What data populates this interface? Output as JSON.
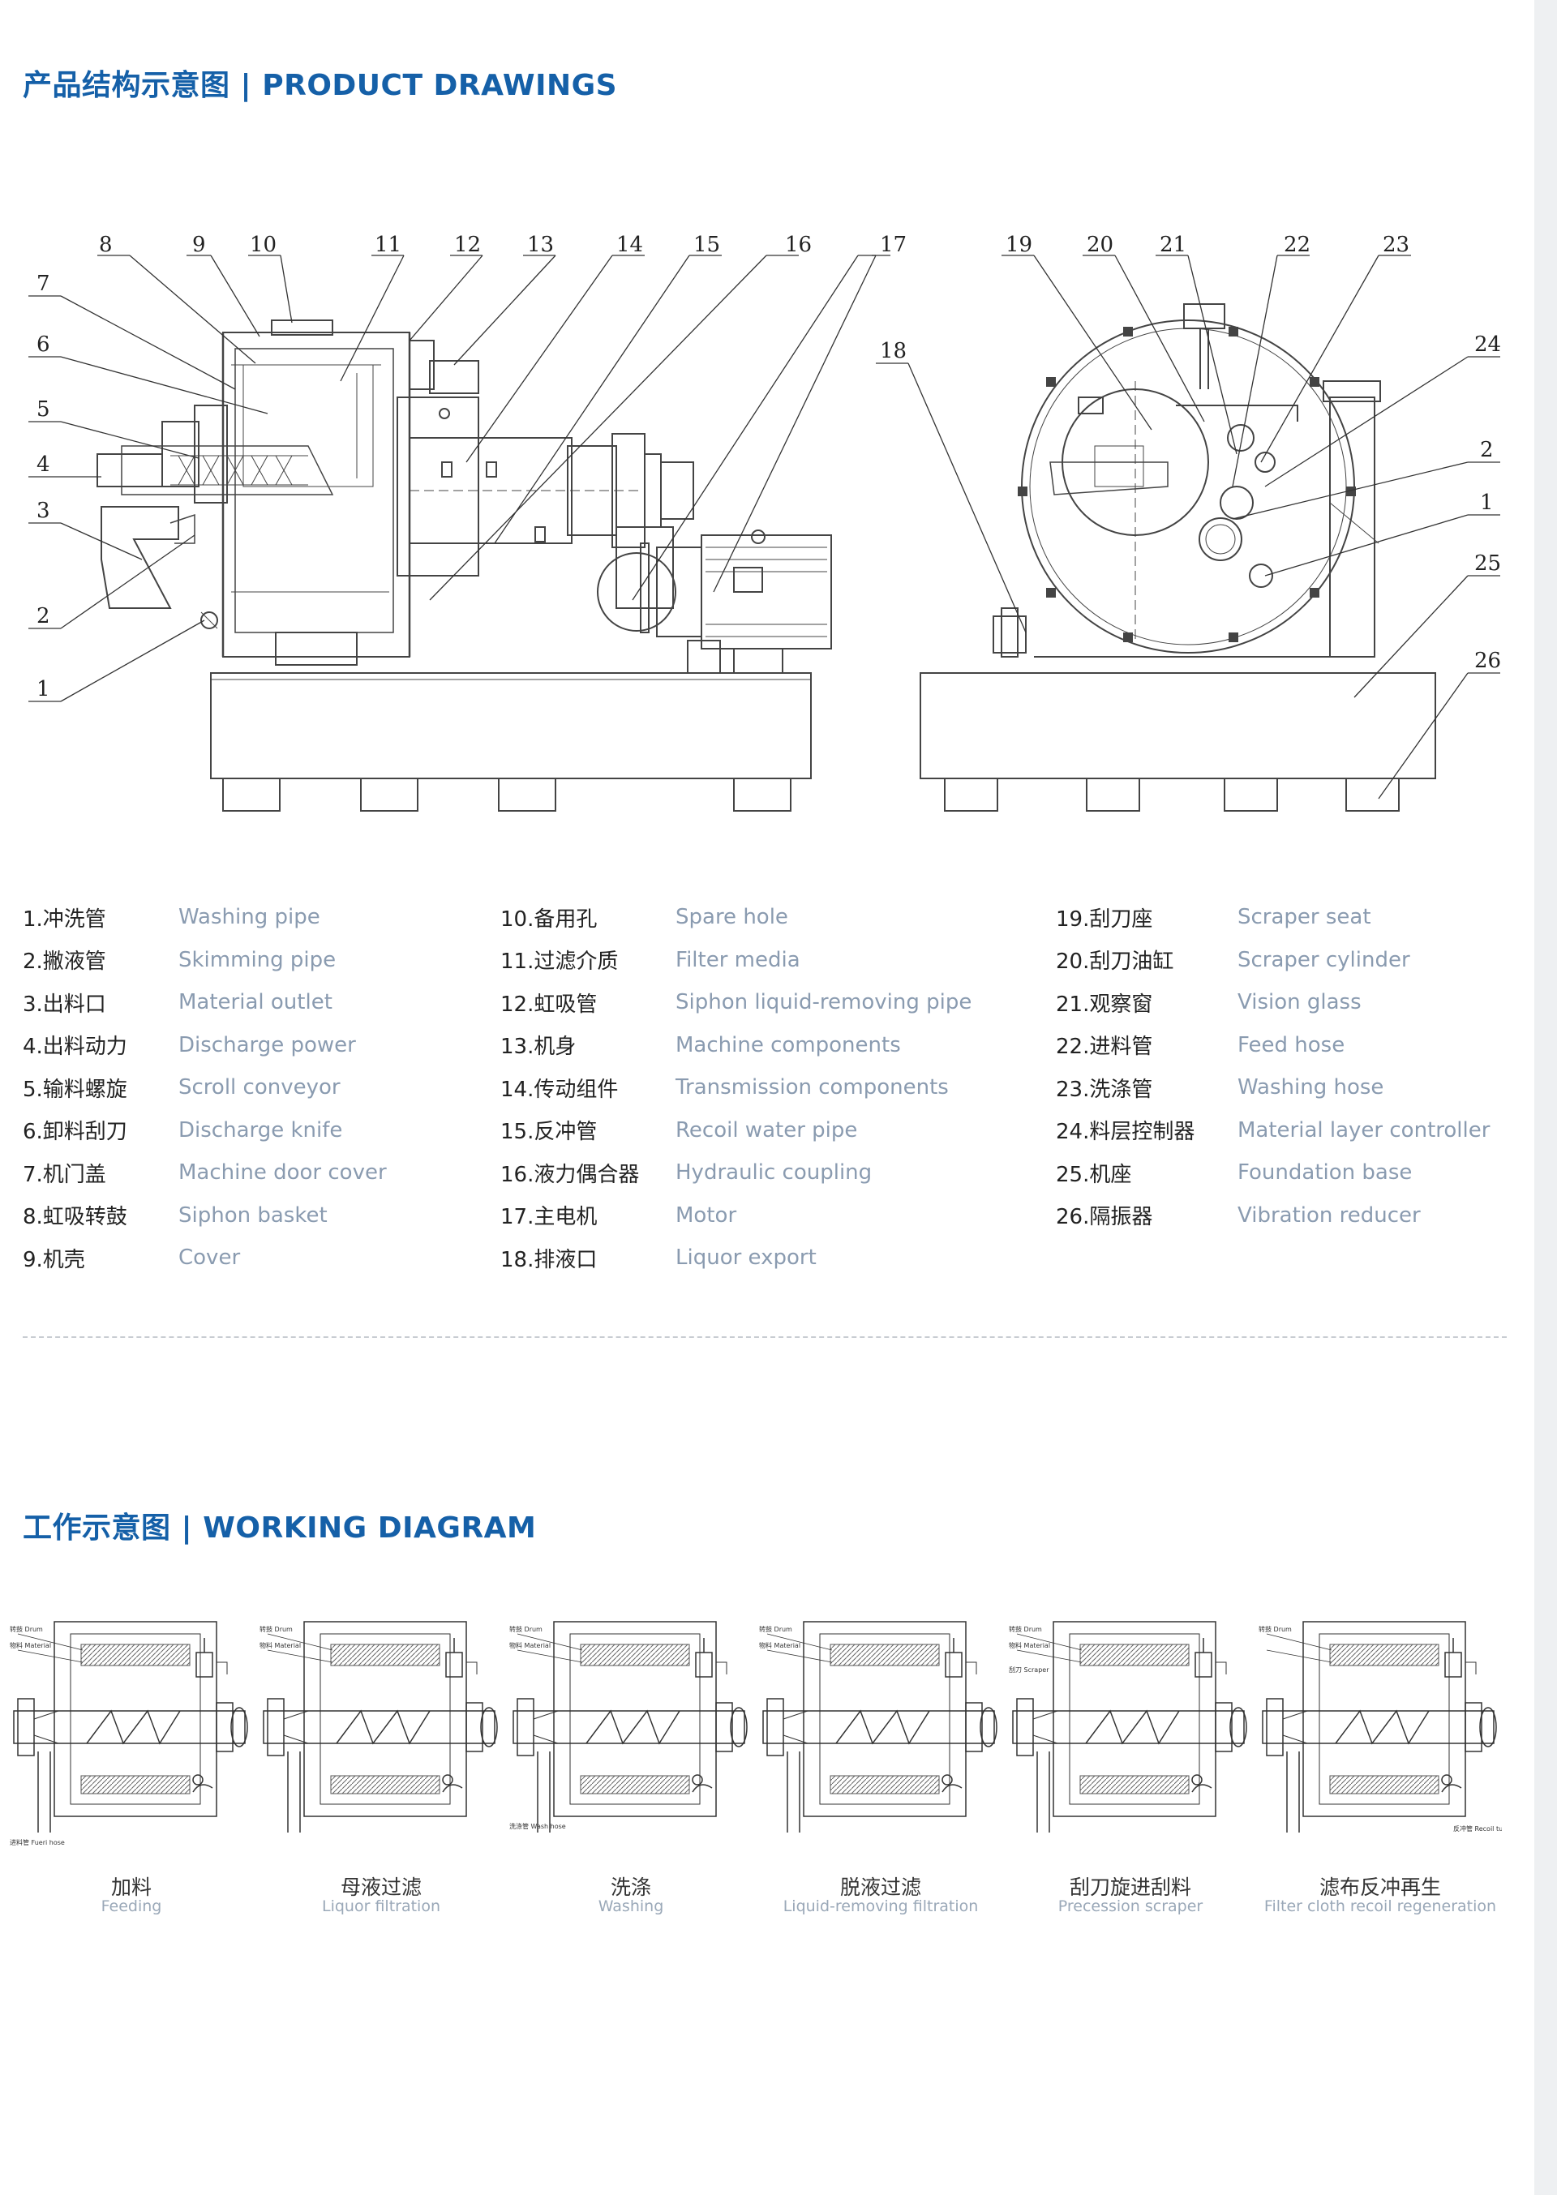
{
  "sections": {
    "product_title": "产品结构示意图 | PRODUCT DRAWINGS",
    "working_title": "工作示意图 | WORKING DIAGRAM"
  },
  "callouts": {
    "left": [
      "8",
      "9",
      "10",
      "11",
      "12",
      "13",
      "14",
      "15",
      "16",
      "17",
      "7",
      "6",
      "5",
      "4",
      "3",
      "2",
      "1",
      "18"
    ],
    "right": [
      "19",
      "20",
      "21",
      "22",
      "23",
      "24",
      "2",
      "1",
      "25",
      "26"
    ]
  },
  "parts": {
    "col1": [
      {
        "zh": "1.冲洗管",
        "en": "Washing pipe"
      },
      {
        "zh": "2.撇液管",
        "en": "Skimming pipe"
      },
      {
        "zh": "3.出料口",
        "en": "Material  outlet"
      },
      {
        "zh": "4.出料动力",
        "en": "Discharge power"
      },
      {
        "zh": "5.输料螺旋",
        "en": "Scroll conveyor"
      },
      {
        "zh": "6.卸料刮刀",
        "en": "Discharge knife"
      },
      {
        "zh": "7.机门盖",
        "en": "Machine door cover"
      },
      {
        "zh": "8.虹吸转鼓",
        "en": "Siphon basket"
      },
      {
        "zh": "9.机壳",
        "en": "Cover"
      }
    ],
    "col2": [
      {
        "zh": "10.备用孔",
        "en": "Spare hole"
      },
      {
        "zh": "11.过滤介质",
        "en": "Filter media"
      },
      {
        "zh": "12.虹吸管",
        "en": "Siphon liquid-removing pipe"
      },
      {
        "zh": "13.机身",
        "en": "Machine components"
      },
      {
        "zh": "14.传动组件",
        "en": "Transmission components"
      },
      {
        "zh": "15.反冲管",
        "en": "Recoil water pipe"
      },
      {
        "zh": "16.液力偶合器",
        "en": "Hydraulic coupling"
      },
      {
        "zh": "17.主电机",
        "en": "Motor"
      },
      {
        "zh": "18.排液口",
        "en": "Liquor export"
      }
    ],
    "col3": [
      {
        "zh": "19.刮刀座",
        "en": "Scraper seat"
      },
      {
        "zh": "20.刮刀油缸",
        "en": "Scraper cylinder"
      },
      {
        "zh": "21.观察窗",
        "en": "Vision glass"
      },
      {
        "zh": "22.进料管",
        "en": "Feed hose"
      },
      {
        "zh": "23.洗涤管",
        "en": "Washing hose"
      },
      {
        "zh": "24.料层控制器",
        "en": "Material layer controller"
      },
      {
        "zh": "25.机座",
        "en": "Foundation base"
      },
      {
        "zh": "26.隔振器",
        "en": "Vibration reducer"
      }
    ]
  },
  "diagram_labels": {
    "drum": "转鼓 Drum",
    "material": "物料 Material",
    "feed_hose": "进料管 Fueri hose",
    "wash_hose": "洗涤管 Wash hose",
    "scraper": "刮刀 Scraper",
    "recoil_tube": "反冲管 Recoil tube"
  },
  "stages": [
    {
      "zh": "加料",
      "en": "Feeding"
    },
    {
      "zh": "母液过滤",
      "en": "Liquor filtration"
    },
    {
      "zh": "洗涤",
      "en": "Washing"
    },
    {
      "zh": "脱液过滤",
      "en": "Liquid-removing filtration"
    },
    {
      "zh": "刮刀旋进刮料",
      "en": "Precession scraper"
    },
    {
      "zh": "滤布反冲再生",
      "en": "Filter cloth recoil regeneration"
    }
  ]
}
